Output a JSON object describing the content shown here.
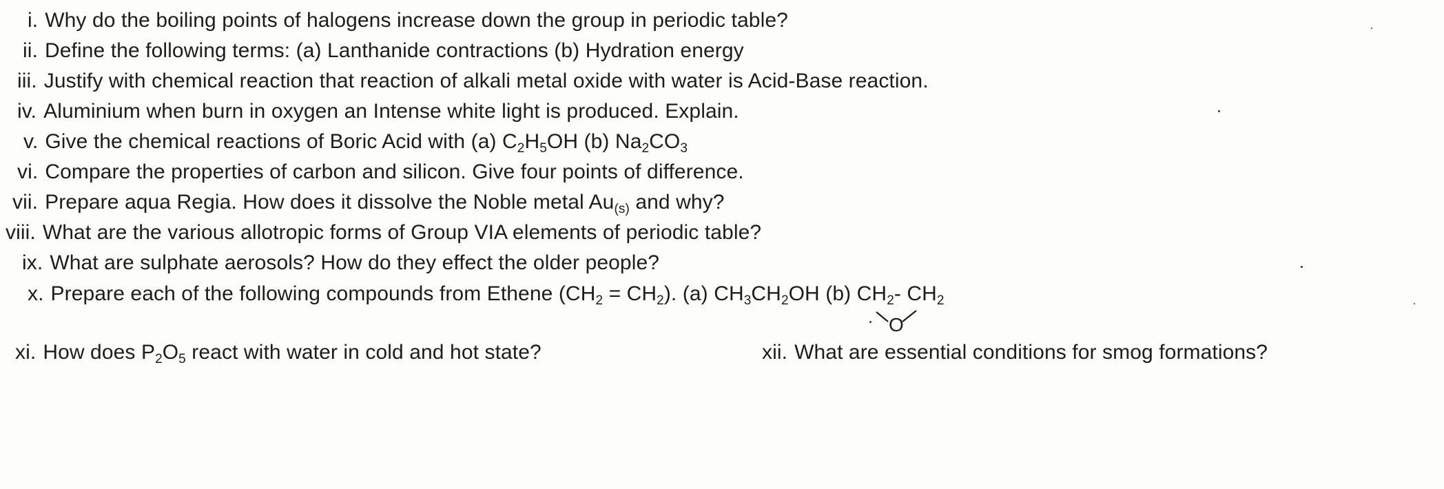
{
  "questions": [
    {
      "num": "i.",
      "text": "Why do the boiling points of halogens increase down the group in periodic table?"
    },
    {
      "num": "ii.",
      "text": "Define the following terms: (a) Lanthanide contractions  (b) Hydration energy"
    },
    {
      "num": "iii.",
      "text": "Justify with chemical reaction that reaction of alkali metal oxide with water is Acid-Base reaction."
    },
    {
      "num": "iv.",
      "text": "Aluminium when burn in oxygen an Intense white light is produced. Explain."
    },
    {
      "num": "v.",
      "text_before": "Give the chemical reactions of Boric Acid with  (a) C",
      "s1": "2",
      "t1": "H",
      "s2": "5",
      "t2": "OH  (b) Na",
      "s3": "2",
      "t3": "CO",
      "s4": "3"
    },
    {
      "num": "vi.",
      "text": "Compare the properties of carbon and silicon. Give four points of difference."
    },
    {
      "num": "vii.",
      "text_before": "Prepare aqua Regia. How does it dissolve the Noble metal Au",
      "s1": "(s)",
      "t1": " and why?"
    },
    {
      "num": "viii.",
      "text": "What are the various allotropic forms of Group VIA elements of periodic table?"
    },
    {
      "num": "ix.",
      "text": "What are sulphate aerosols? How do they effect the older people?"
    },
    {
      "num": "x.",
      "text_before": "Prepare each of the following compounds from Ethene (CH",
      "s1": "2",
      "t1": " = CH",
      "s2": "2",
      "t2": ").  (a) CH",
      "s3": "3",
      "t3": "CH",
      "s4": "2",
      "t4": "OH  (b) ",
      "ep_left": "CH",
      "ep_left_sub": "2",
      "ep_dash": "- ",
      "ep_right": "CH",
      "ep_right_sub": "2",
      "ep_o": "O"
    },
    {
      "num": "xi.",
      "text_before": "How does P",
      "s1": "2",
      "t1": "O",
      "s2": "5",
      "t2": " react with water in cold and hot state?"
    },
    {
      "num": "xii.",
      "text": "What are essential conditions for smog formations?"
    }
  ]
}
